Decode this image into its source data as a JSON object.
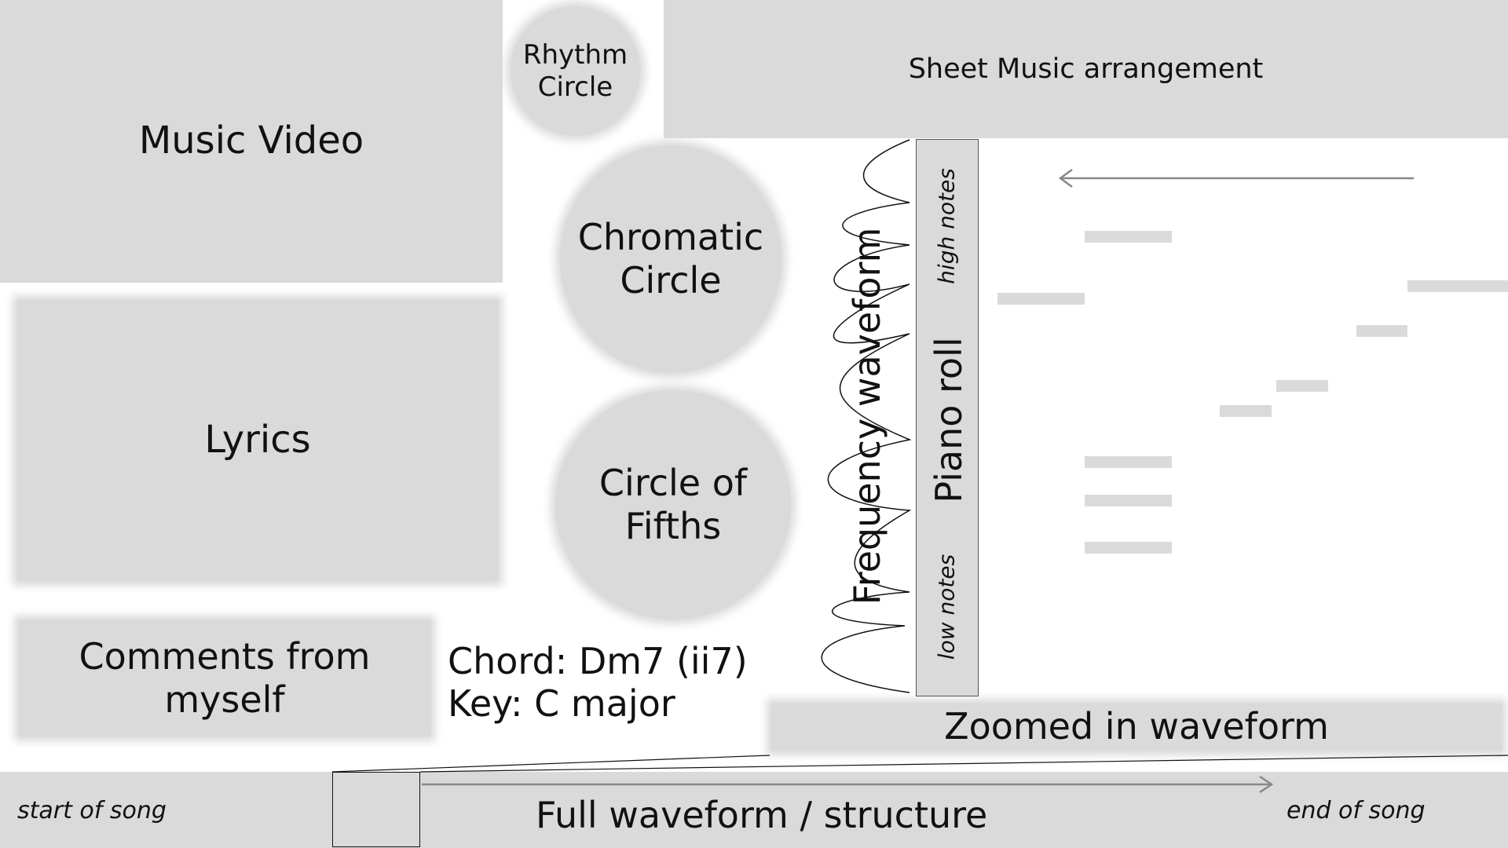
{
  "panels": {
    "music_video": "Music Video",
    "rhythm_circle": "Rhythm\nCircle",
    "sheet_music": "Sheet Music arrangement",
    "chromatic_circle": "Chromatic\nCircle",
    "lyrics": "Lyrics",
    "circle_of_fifths": "Circle of\nFifths",
    "comments": "Comments from\nmyself",
    "zoomed_waveform": "Zoomed in waveform",
    "full_waveform": "Full waveform / structure"
  },
  "info": {
    "chord": "Chord: Dm7 (ii7)",
    "key": "Key: C major"
  },
  "piano_roll": {
    "title": "Piano roll",
    "high_label": "high notes",
    "low_label": "low notes"
  },
  "frequency_waveform": {
    "label": "Frequency waveform"
  },
  "timeline": {
    "start_label": "start of song",
    "end_label": "end of song"
  },
  "colors": {
    "panel_fill": "#dadada",
    "note_fill": "#dadada",
    "arrow": "#888888",
    "line": "#111111"
  }
}
